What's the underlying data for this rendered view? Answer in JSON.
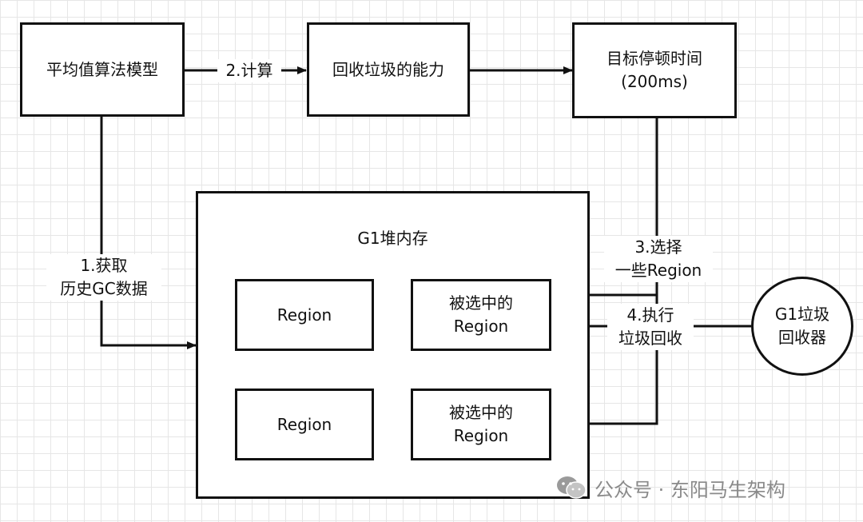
{
  "nodes": {
    "avg_model": "平均值算法模型",
    "recycle_ability": "回收垃圾的能力",
    "target_pause": "目标停顿时间\n(200ms)",
    "heap_title": "G1堆内存",
    "region_1": "Region",
    "region_2": "Region",
    "selected_region_1": "被选中的\nRegion",
    "selected_region_2": "被选中的\nRegion",
    "collector": "G1垃圾\n回收器"
  },
  "edges": {
    "compute": "2.计算",
    "fetch_history": "1.获取\n历史GC数据",
    "select_regions": "3.选择\n一些Region",
    "execute_gc": "4.执行\n垃圾回收"
  },
  "watermark": {
    "text": "公众号 · 东阳马生架构",
    "icon": "wechat-icon"
  }
}
